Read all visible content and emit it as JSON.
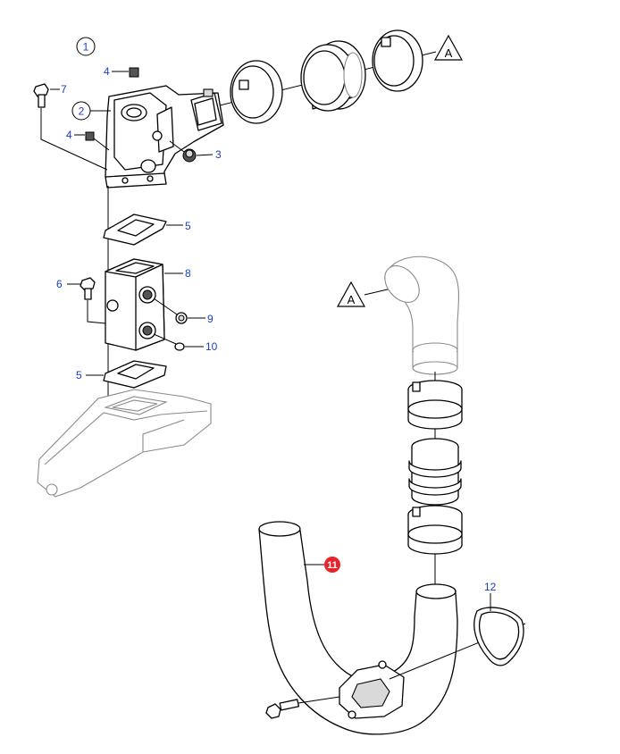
{
  "diagram": {
    "circled_labels": [
      "1",
      "2"
    ],
    "reference_markers": [
      "A",
      "A"
    ],
    "callouts": {
      "c3": "3",
      "c4a": "4",
      "c4b": "4",
      "c5a": "5",
      "c5b": "5",
      "c6": "6",
      "c7": "7",
      "c8": "8",
      "c9": "9",
      "c10": "10",
      "c11": "11",
      "c12": "12"
    },
    "highlight_color": "#e8232a",
    "callout_color": "#1a3ccf"
  }
}
